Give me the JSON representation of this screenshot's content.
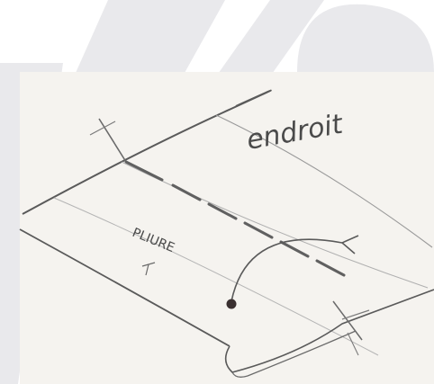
{
  "sketch": {
    "label_right_side": "endroit",
    "label_fold": "PLIURE"
  },
  "colors": {
    "watermark": "#e9e9ec",
    "paper": "#f5f3ef",
    "pencil": "#5a5a5a",
    "pencil_light": "#8c8c8c",
    "dot": "#3a3030"
  },
  "icons": [
    "watermark-shapes",
    "fold-arrow",
    "stitch-line"
  ]
}
